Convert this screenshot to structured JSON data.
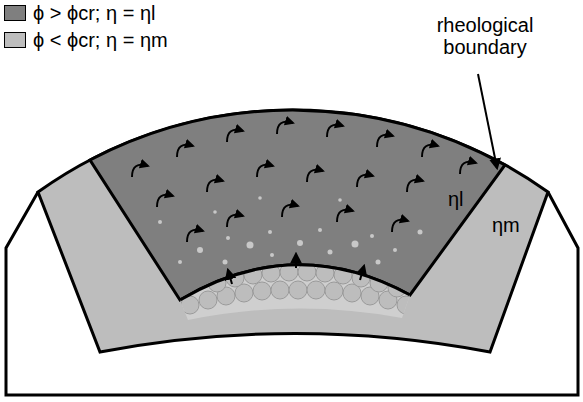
{
  "diagram": {
    "labels": [
      "rheological boundary",
      "ηl",
      "ηm"
    ],
    "legend": [
      {
        "text": "ϕ > ϕcr; η = ηl",
        "color": "#7f7f7f"
      },
      {
        "text": "ϕ < ϕcr; η = ηm",
        "color": "#bdbdbd"
      }
    ]
  }
}
